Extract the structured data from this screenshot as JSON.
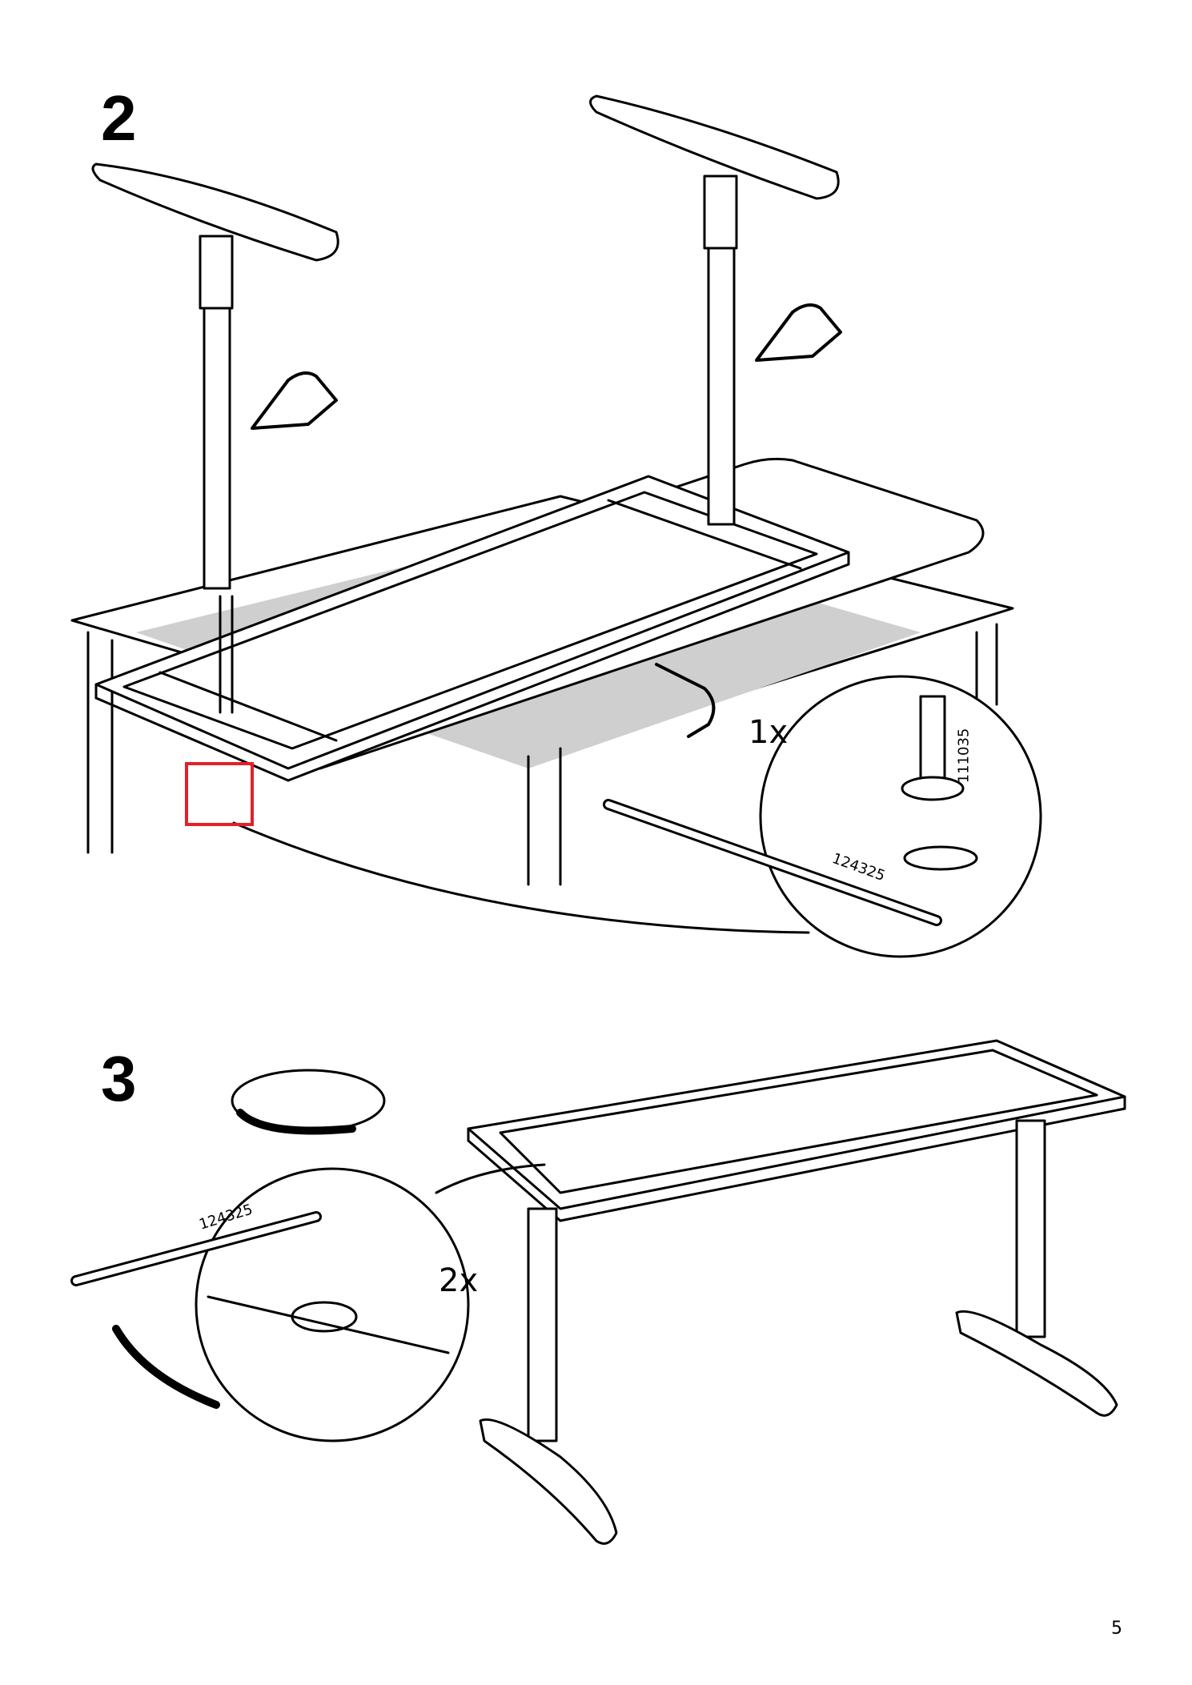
{
  "steps": [
    {
      "number": "2",
      "quantity": "1x",
      "parts": [
        "111035",
        "124325"
      ]
    },
    {
      "number": "3",
      "quantity": "2x",
      "parts": [
        "124325"
      ]
    }
  ],
  "page_number": "5",
  "colors": {
    "highlight": "#e3202a",
    "shade": "#cfcfcf",
    "line": "#000000"
  }
}
